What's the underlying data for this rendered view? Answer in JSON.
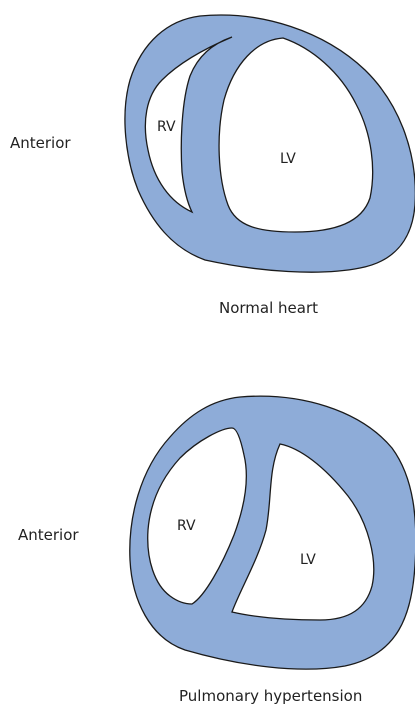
{
  "colors": {
    "myocardium": "#8eacd8",
    "outline": "#1a1a1a",
    "cavity": "#ffffff",
    "text": "#222222"
  },
  "panels": [
    {
      "orientation_label": "Anterior",
      "rv_label": "RV",
      "lv_label": "LV",
      "caption": "Normal heart"
    },
    {
      "orientation_label": "Anterior",
      "rv_label": "RV",
      "lv_label": "LV",
      "caption": "Pulmonary hypertension"
    }
  ]
}
